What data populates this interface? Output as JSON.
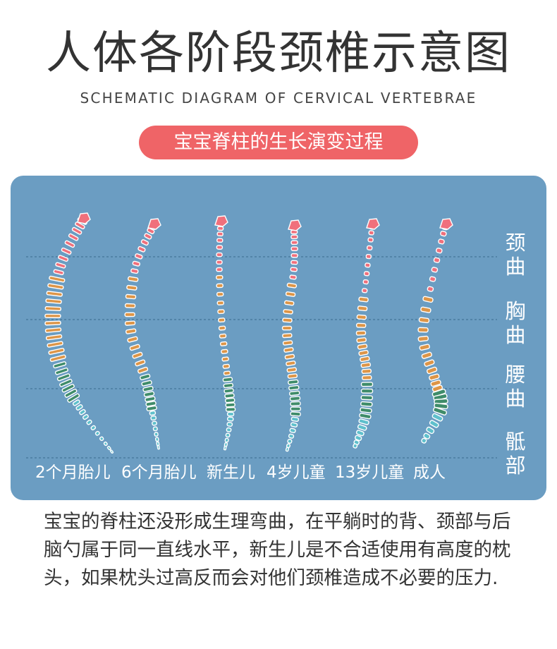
{
  "title": "人体各阶段颈椎示意图",
  "subtitle": "SCHEMATIC DIAGRAM OF CERVICAL VERTEBRAE",
  "pill": "宝宝脊柱的生长演变过程",
  "side_labels": [
    "颈曲",
    "胸曲",
    "腰曲",
    "骶部"
  ],
  "stages": [
    "2个月胎儿",
    "6个月胎儿",
    "新生儿",
    "4岁儿童",
    "13岁儿童",
    "成人"
  ],
  "description": "宝宝的脊柱还没形成生理弯曲，在平躺时的背、颈部与后脑勺属于同一直线水平，新生儿是不合适使用有高度的枕头，如果枕头过高反而会对他们颈椎造成不必要的压力.",
  "colors": {
    "panel": "#6b9dc2",
    "pill": "#ef6467",
    "cervical": "#f0707c",
    "thoracic": "#dd9547",
    "lumbar": "#3f8c6a",
    "sacral": "#5fc0cc"
  }
}
